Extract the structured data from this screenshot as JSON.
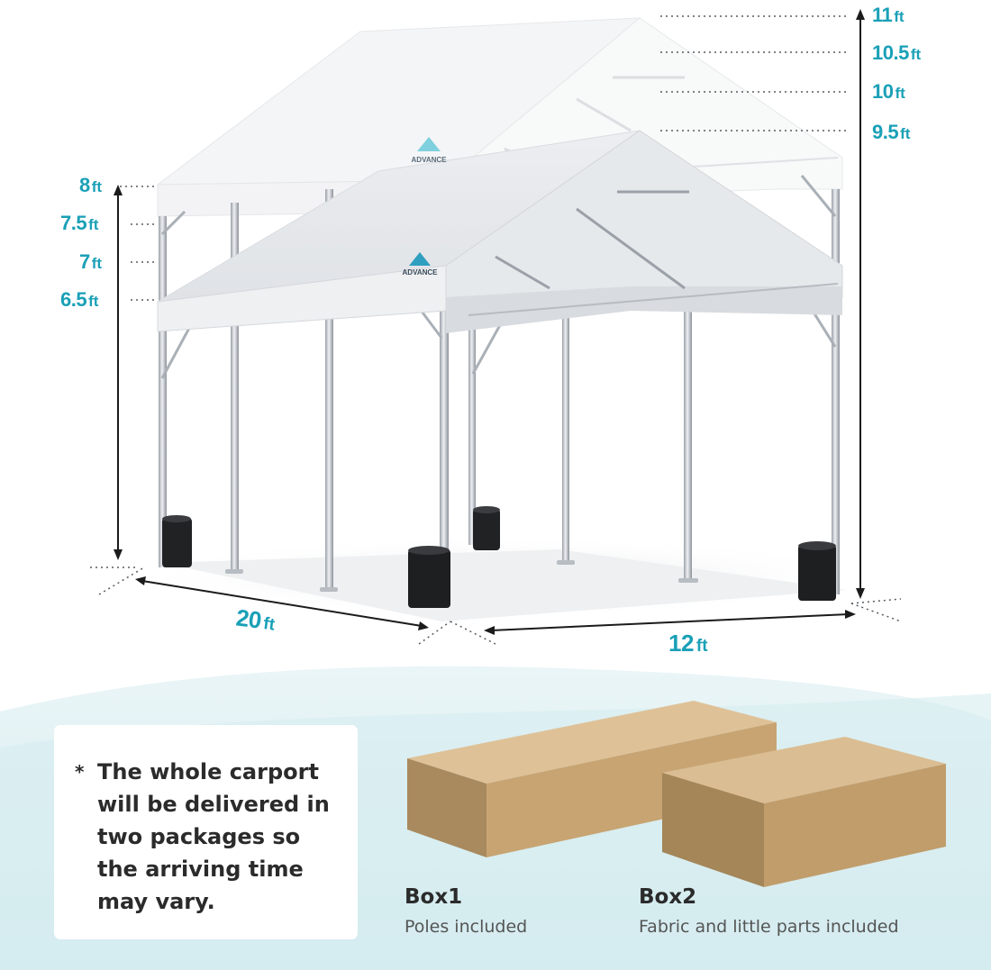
{
  "height_labels_right": [
    {
      "value": "11",
      "unit": "ft"
    },
    {
      "value": "10.5",
      "unit": "ft"
    },
    {
      "value": "10",
      "unit": "ft"
    },
    {
      "value": "9.5",
      "unit": "ft"
    }
  ],
  "height_labels_left": [
    {
      "value": "8",
      "unit": "ft"
    },
    {
      "value": "7.5",
      "unit": "ft"
    },
    {
      "value": "7",
      "unit": "ft"
    },
    {
      "value": "6.5",
      "unit": "ft"
    }
  ],
  "length_label": {
    "value": "20",
    "unit": "ft"
  },
  "width_label": {
    "value": "12",
    "unit": "ft"
  },
  "brand_logo_text": "ADVANCE",
  "note": {
    "bullet": "*",
    "text": "The whole carport will be delivered in two packages so the arriving time may vary."
  },
  "boxes": [
    {
      "title": "Box1",
      "subtitle": "Poles included"
    },
    {
      "title": "Box2",
      "subtitle": "Fabric and little parts included"
    }
  ],
  "colors": {
    "accent": "#1aa0b7",
    "canopy": "#f4f6f8",
    "pole": "#c9ced4",
    "cardboard": "#c9a87a",
    "background_bottom": "#d8ecf0"
  }
}
